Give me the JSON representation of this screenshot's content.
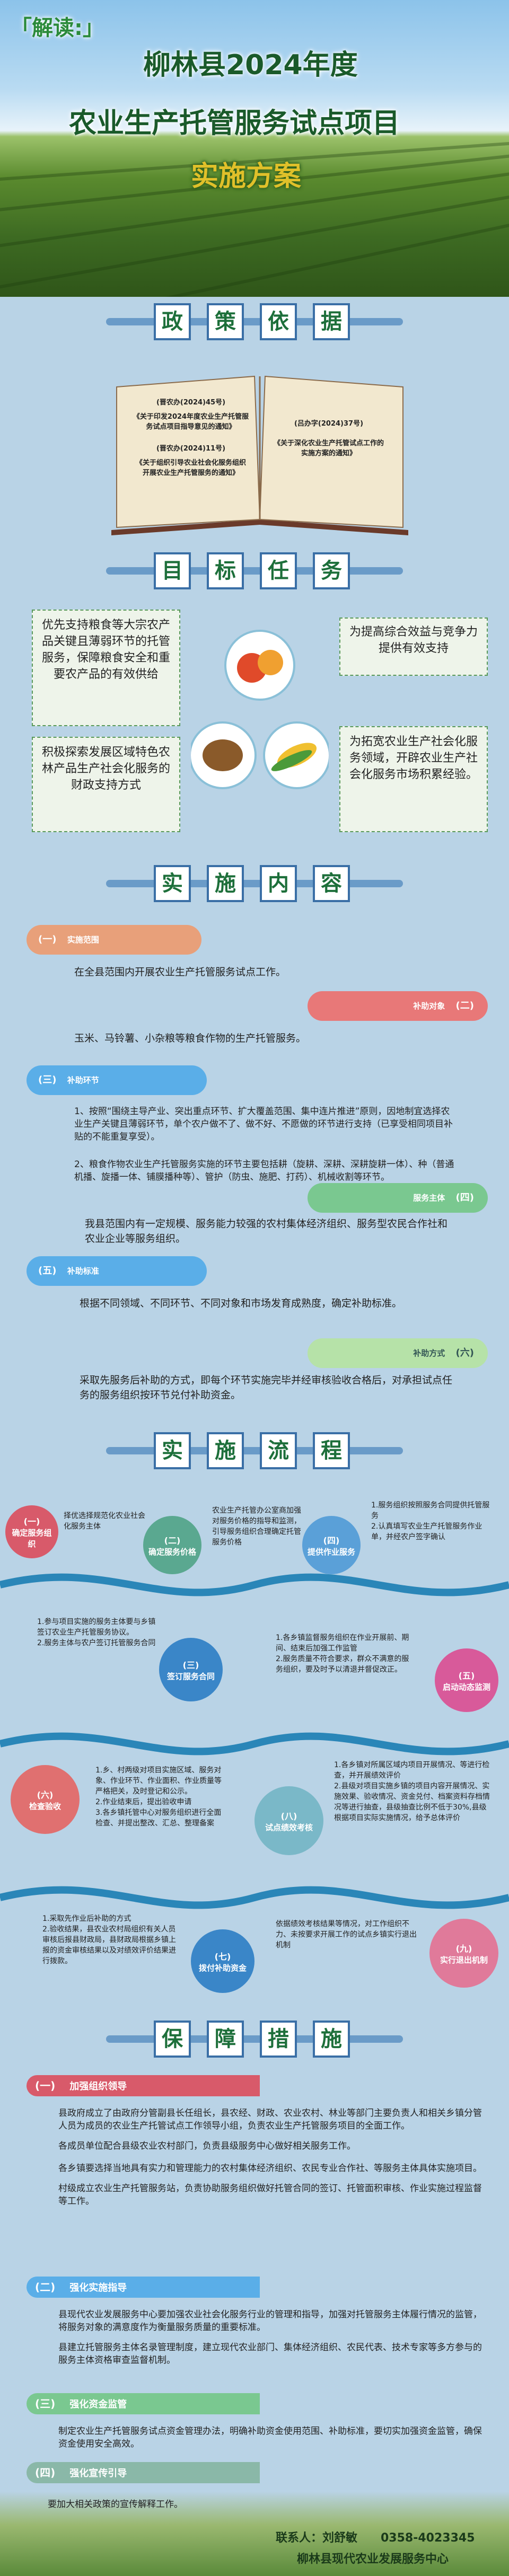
{
  "header": {
    "tag": "「解读:」",
    "line1": "柳林县2024年度",
    "line2": "农业生产托管服务试点项目",
    "line3": "实施方案"
  },
  "sections": {
    "basis": [
      "政",
      "策",
      "依",
      "据"
    ],
    "tasks": [
      "目",
      "标",
      "任",
      "务"
    ],
    "content": [
      "实",
      "施",
      "内",
      "容"
    ],
    "process": [
      "实",
      "施",
      "流",
      "程"
    ],
    "measures": [
      "保",
      "障",
      "措",
      "施"
    ]
  },
  "book": {
    "left": [
      {
        "num": "(晋农办(2024)45号)",
        "title": "《关于印发2024年度农业生产托管服务试点项目指导意见的通知》"
      },
      {
        "num": "(晋农办(2024)11号)",
        "title": "《关于组织引导农业社会化服务组织开展农业生产托管服务的通知》"
      }
    ],
    "right": [
      {
        "num": "(吕办字(2024)37号)",
        "title": "《关于深化农业生产托管试点工作的实施方案的通知》"
      }
    ]
  },
  "tasks": {
    "t1": "优先支持粮食等大宗农产品关键且薄弱环节的托管服务，保障粮食安全和重要农产品的有效供给",
    "t2": "为提高综合效益与竞争力提供有效支持",
    "t3": "积极探索发展区域特色农林产品生产社会化服务的财政支持方式",
    "t4": "为拓宽农业生产社会化服务领域，开辟农业生产社会化服务市场积累经验。"
  },
  "content": {
    "items": [
      {
        "label": "(一)",
        "tag": "实施范围",
        "text": "在全县范围内开展农业生产托管服务试点工作。"
      },
      {
        "label": "(二)",
        "tag": "补助对象",
        "text": "玉米、马铃薯、小杂粮等粮食作物的生产托管服务。"
      },
      {
        "label": "(三)",
        "tag": "补助环节",
        "text": "1、按照“围绕主导产业、突出重点环节、扩大覆盖范围、集中连片推进”原则，因地制宜选择农业生产关键且薄弱环节，单个农户做不了、做不好、不愿做的环节进行支持（已享受相同项目补贴的不能重复享受）。"
      },
      {
        "label": "",
        "tag": "",
        "text": "2、粮食作物农业生产托管服务实施的环节主要包括耕（旋耕、深耕、深耕旋耕一体）、种（普通机播、旋播一体、铺膜播种等）、管护（防虫、施肥、打药）、机械收割等环节。"
      },
      {
        "label": "(四)",
        "tag": "服务主体",
        "text": "我县范围内有一定规模、服务能力较强的农村集体经济组织、服务型农民合作社和农业企业等服务组织。"
      },
      {
        "label": "(五)",
        "tag": "补助标准",
        "text": "根据不同领域、不同环节、不同对象和市场发育成熟度，确定补助标准。"
      },
      {
        "label": "(六)",
        "tag": "补助方式",
        "text": "采取先服务后补助的方式，即每个环节实施完毕并经审核验收合格后，对承担试点任务的服务组织按环节兑付补助资金。"
      }
    ]
  },
  "process": {
    "steps": [
      {
        "num": "(一)",
        "name": "确定服务组织",
        "text": "择优选择规范化农业社会化服务主体"
      },
      {
        "num": "(二)",
        "name": "确定服务价格",
        "text": "农业生产托管办公室商加强对服务价格的指导和监测，引导服务组织合理确定托管服务价格"
      },
      {
        "num": "(四)",
        "name": "提供作业服务",
        "text": "1.服务组织按照服务合同提供托管服务\n2.认真填写农业生产托管服务作业单，并经农户签字确认"
      },
      {
        "num": "(三)",
        "name": "签订服务合同",
        "text": "1.参与项目实施的服务主体要与乡镇签订农业生产托管服务协议。\n2.服务主体与农户签订托管服务合同"
      },
      {
        "num": "(五)",
        "name": "启动动态监测",
        "text": "1.各乡镇监督服务组织在作业开展前、期间、结束后加强工作监管\n2.服务质量不符合要求，群众不满意的服务组织，要及时予以清退并督促改正。"
      },
      {
        "num": "(六)",
        "name": "检查验收",
        "text": "1.乡、村两级对项目实施区域、服务对象、作业环节、作业面积、作业质量等严格把关，及时登记和公示。\n2.作业结束后，提出验收申请\n3.各乡镇托管中心对服务组织进行全面检查、并提出整改、汇总、整理备案"
      },
      {
        "num": "(八)",
        "name": "试点绩效考核",
        "text": "1.各乡镇对所属区域内项目开展情况、等进行检查，并开展绩效评价\n2.县级对项目实施乡镇的项目内容开展情况、实施效果、验收情况、资金兑付、档案资料存档情况等进行抽查，县级抽查比例不低于30%,县级根据项目实际实施情况，给予总体评价"
      },
      {
        "num": "(七)",
        "name": "拨付补助资金",
        "text": "1.采取先作业后补助的方式\n2.验收结果，县农业农村局组织有关人员审核后报县财政局，县财政局根据乡镇上报的资金审核结果以及对绩效评价结果进行拨款。"
      },
      {
        "num": "(九)",
        "name": "实行退出机制",
        "text": "依据绩效考核结果等情况，对工作组织不力、未按要求开展工作的试点乡镇实行退出机制"
      }
    ]
  },
  "measures": {
    "groups": [
      {
        "num": "(一)",
        "title": "加强组织领导",
        "items": [
          "县政府成立了由政府分管副县长任组长，县农经、财政、农业农村、林业等部门主要负责人和相关乡镇分管人员为成员的农业生产托管试点工作领导小组，负责农业生产托管服务项目的全面工作。",
          "各成员单位配合县级农业农村部门，负责县级服务中心做好相关服务工作。",
          "各乡镇要选择当地具有实力和管理能力的农村集体经济组织、农民专业合作社、等服务主体具体实施项目。",
          "村级成立农业生产托管服务站，负责协助服务组织做好托管合同的签订、托管面积审核、作业实施过程监督等工作。"
        ]
      },
      {
        "num": "(二)",
        "title": "强化实施指导",
        "items": [
          "县现代农业发展服务中心要加强农业社会化服务行业的管理和指导，加强对托管服务主体履行情况的监管，将服务对象的满意度作为衡量服务质量的重要标准。",
          "县建立托管服务主体名录管理制度，建立现代农业部门、集体经济组织、农民代表、技术专家等多方参与的服务主体资格审查监督机制。"
        ]
      },
      {
        "num": "(三)",
        "title": "强化资金监管",
        "items": [
          "制定农业生产托管服务试点资金管理办法，明确补助资金使用范围、补助标准，要切实加强资金监管，确保资金使用安全高效。"
        ]
      },
      {
        "num": "(四)",
        "title": "强化宣传引导",
        "items": [
          "要加大相关政策的宣传解释工作。"
        ]
      }
    ]
  },
  "footer": {
    "contact": "联系人：刘舒敏　　0358-4023345",
    "org": "柳林县现代农业发展服务中心"
  }
}
